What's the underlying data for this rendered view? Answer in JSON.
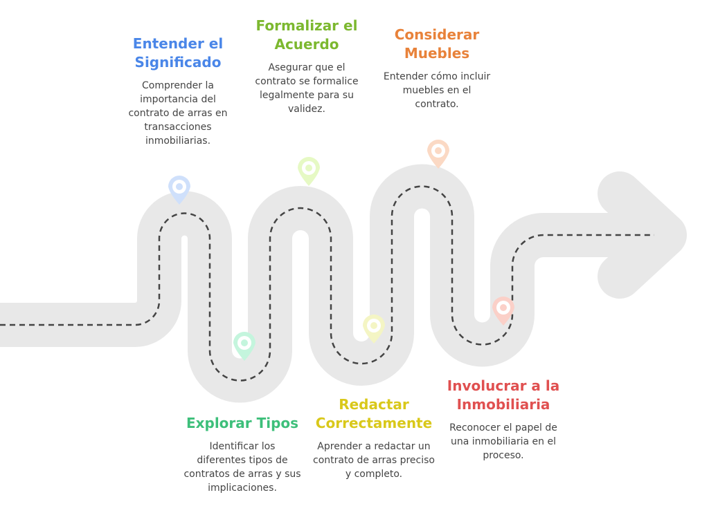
{
  "steps": [
    {
      "title": "Entender el Significado",
      "desc": "Comprender la importancia del contrato de arras en transacciones inmobiliarias.",
      "color": "#4a86e8",
      "pin": "#cfe0fb"
    },
    {
      "title": "Explorar Tipos",
      "desc": "Identificar los diferentes tipos de contratos de arras y sus implicaciones.",
      "color": "#3dbf7a",
      "pin": "#c4f5dd"
    },
    {
      "title": "Formalizar el Acuerdo",
      "desc": "Asegurar que el contrato se formalice legalmente para su validez.",
      "color": "#7cb82f",
      "pin": "#e6f9c4"
    },
    {
      "title": "Redactar Correctamente",
      "desc": "Aprender a redactar un contrato de arras preciso y completo.",
      "color": "#d9c81a",
      "pin": "#f4f5c4"
    },
    {
      "title": "Considerar Muebles",
      "desc": "Entender cómo incluir muebles en el contrato.",
      "color": "#e8823a",
      "pin": "#fbd9c4"
    },
    {
      "title": "Involucrar a la Inmobiliaria",
      "desc": "Reconocer el papel de una inmobiliaria en el proceso.",
      "color": "#e05050",
      "pin": "#fbd0c8"
    }
  ]
}
